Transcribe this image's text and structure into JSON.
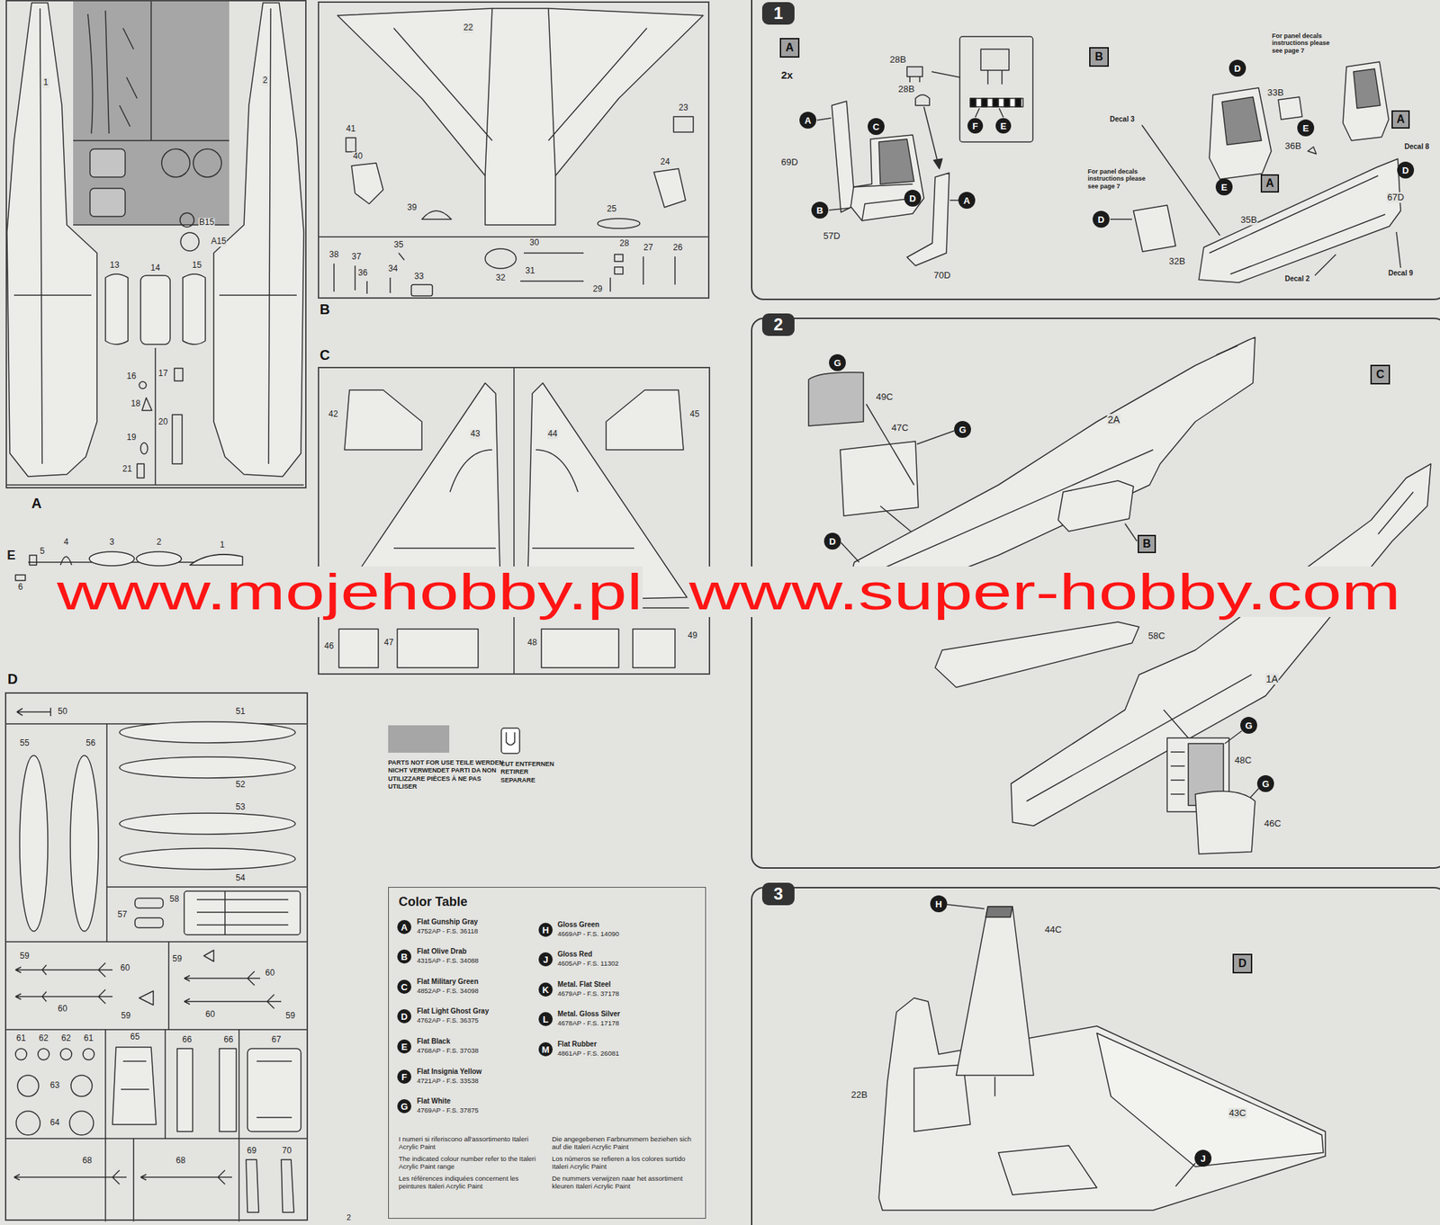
{
  "diagram": {
    "nodes": [
      {
        "text": [
          "A"
        ]
      },
      {
        "text": [
          "B"
        ]
      },
      {
        "text": [
          "1"
        ]
      },
      {
        "text": [
          "A"
        ],
        "in": 2
      },
      {
        "text": [
          "B"
        ],
        "in": 2
      },
      {
        "text": [
          "A"
        ],
        "in": 2
      },
      {
        "text": [
          "C"
        ],
        "in": 2
      },
      {
        "text": [
          "B"
        ],
        "in": 2
      },
      {
        "text": [
          "D"
        ],
        "in": 2
      },
      {
        "text": [
          "A"
        ],
        "in": 2
      },
      {
        "text": [
          "F"
        ],
        "in": 2
      },
      {
        "text": [
          "E"
        ],
        "in": 2
      },
      {
        "text": [
          "D"
        ],
        "in": 2
      },
      {
        "text": [
          "A"
        ],
        "in": 2
      },
      {
        "text": [
          "E"
        ],
        "in": 2
      },
      {
        "text": [
          "A"
        ],
        "in": 2
      },
      {
        "text": [
          "D"
        ],
        "in": 2
      },
      {
        "text": [
          "E"
        ],
        "in": 2
      },
      {
        "text": [
          "D"
        ],
        "in": 2
      },
      {
        "text": [
          "C"
        ]
      },
      {
        "text": [
          "2"
        ]
      },
      {
        "text": [
          "G"
        ],
        "in": 20
      },
      {
        "text": [
          "G"
        ],
        "in": 20
      },
      {
        "text": [
          "C"
        ],
        "in": 20
      },
      {
        "text": [
          "D"
        ],
        "in": 20
      },
      {
        "text": [
          "B"
        ],
        "in": 20
      },
      {
        "text": [
          "G"
        ],
        "in": 20
      },
      {
        "text": [
          "G"
        ],
        "in": 20
      },
      {
        "text": [
          "D"
        ]
      },
      {
        "text": [
          "Color Table"
        ]
      },
      {
        "text": [
          "A"
        ],
        "in": 29
      },
      {
        "text": [
          "B"
        ],
        "in": 29
      },
      {
        "text": [
          "C"
        ],
        "in": 29
      },
      {
        "text": [
          "D"
        ],
        "in": 29
      },
      {
        "text": [
          "E"
        ],
        "in": 29
      },
      {
        "text": [
          "F"
        ],
        "in": 29
      },
      {
        "text": [
          "G"
        ],
        "in": 29
      },
      {
        "text": [
          "H"
        ],
        "in": 29
      },
      {
        "text": [
          "J"
        ],
        "in": 29
      },
      {
        "text": [
          "K"
        ],
        "in": 29
      },
      {
        "text": [
          "L"
        ],
        "in": 29
      },
      {
        "text": [
          "M"
        ],
        "in": 29
      },
      {
        "text": [
          "3"
        ]
      },
      {
        "text": [
          "H"
        ],
        "in": 42
      },
      {
        "text": [
          "D"
        ],
        "in": 42
      },
      {
        "text": [
          "J"
        ],
        "in": 42
      }
    ],
    "labels": [
      "1",
      "2",
      "B15",
      "A15",
      "13",
      "14",
      "15",
      "16",
      "17",
      "18",
      "19",
      "20",
      "21",
      "22",
      "23",
      "41",
      "40",
      "24",
      "39",
      "25",
      "35",
      "38",
      "37",
      "36",
      "34",
      "33",
      "32",
      "30",
      "31",
      "28",
      "27",
      "26",
      "29",
      "E",
      "5",
      "4",
      "3",
      "2",
      "1",
      "6",
      "42",
      "43",
      "44",
      "45",
      "46",
      "47",
      "48",
      "49",
      "50",
      "51",
      "55",
      "56",
      "52",
      "53",
      "54",
      "57",
      "58",
      "59",
      "60",
      "60",
      "59",
      "59",
      "60",
      "60",
      "59",
      "61",
      "62",
      "61",
      "62",
      "63",
      "64",
      "65",
      "66",
      "66",
      "67",
      "68",
      "68",
      "69",
      "70",
      "2",
      "Flat Gunship Gray",
      "4752AP - F.S. 36118",
      "Flat Olive Drab",
      "4315AP - F.S. 34088",
      "Flat Military Green",
      "4852AP - F.S. 34098",
      "Flat Light Ghost Gray",
      "4762AP - F.S. 36375",
      "Flat Black",
      "4768AP - F.S. 37038",
      "Flat Insignia Yellow",
      "4721AP - F.S. 33538",
      "Flat White",
      "4769AP - F.S. 37875",
      "Gloss Green",
      "4669AP - F.S. 14090",
      "Gloss Red",
      "4605AP - F.S. 11302",
      "Metal. Flat Steel",
      "4679AP - F.S. 37178",
      "Metal. Gloss Silver",
      "4678AP - F.S. 17178",
      "Flat Rubber",
      "4861AP - F.S. 26081",
      "I numeri si riferiscono all'assortimento Italeri Acrylic Paint",
      "The indicated colour number refer to the Italeri Acrylic Paint range",
      "Les références indiquées concernent les peintures Italeri Acrylic Paint",
      "Die angegebenen Farbnummern beziehen sich auf die Italeri Acrylic Paint",
      "Los números se refieren a los colores surtido Italeri Acrylic Paint",
      "De nummers verwijzen naar het assortiment kleuren Italeri Acrylic Paint",
      "2x",
      "28B",
      "28B",
      "69D",
      "57D",
      "70D",
      "For panel decals instructions please see page 7",
      "For panel decals instructions please see page 7",
      "Decal 3",
      "33B",
      "36B",
      "35B",
      "32B",
      "67D",
      "Decal 8",
      "Decal 9",
      "Decal 2",
      "2A",
      "1A",
      "49C",
      "47C",
      "58C",
      "48C",
      "46C",
      "44C",
      "22B",
      "43C",
      "www.mojehobby.pl",
      "www.super-hobby.com"
    ],
    "legend": [
      {
        "text": "PARTS NOT FOR USE TEILE WERDEN NICHT VERWENDET PARTI DA NON UTILIZZARE PIÈCES À NE PAS UTILISER",
        "color": "#a6a6a6"
      },
      {
        "text": "CUT ENTFERNEN RETIRER SEPARARE"
      }
    ]
  }
}
